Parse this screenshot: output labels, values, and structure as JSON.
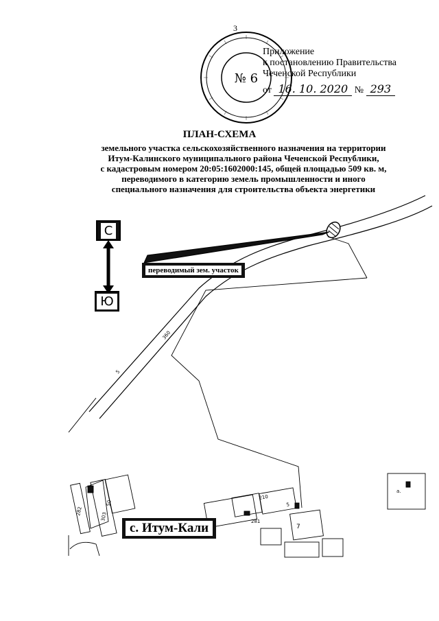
{
  "header": {
    "page_number": "3",
    "stamp_number": "№ 6",
    "appendix_lines": [
      "Приложение",
      "к постановлению Правительства",
      "Чеченской Республики"
    ],
    "date_prefix": "от",
    "date_value": "16. 10. 2020",
    "number_prefix": "№",
    "number_value": "293"
  },
  "title": "ПЛАН-СХЕМА",
  "description_lines": [
    "земельного участка сельскохозяйственного назначения на территории",
    "Итум-Калинского муниципального района Чеченской Республики,",
    "с кадастровым номером 20:05:1602000:145, общей площадью 509 кв. м,",
    "переводимого в категорию земель промышленности и иного",
    "специального назначения для строительства объекта энергетики"
  ],
  "map": {
    "compass_north": "С",
    "compass_south": "Ю",
    "plot_label": "переводимый зем. участок",
    "village_label": "с. Итум-Кали",
    "parcel_numbers": [
      "50",
      "210",
      "7"
    ]
  }
}
